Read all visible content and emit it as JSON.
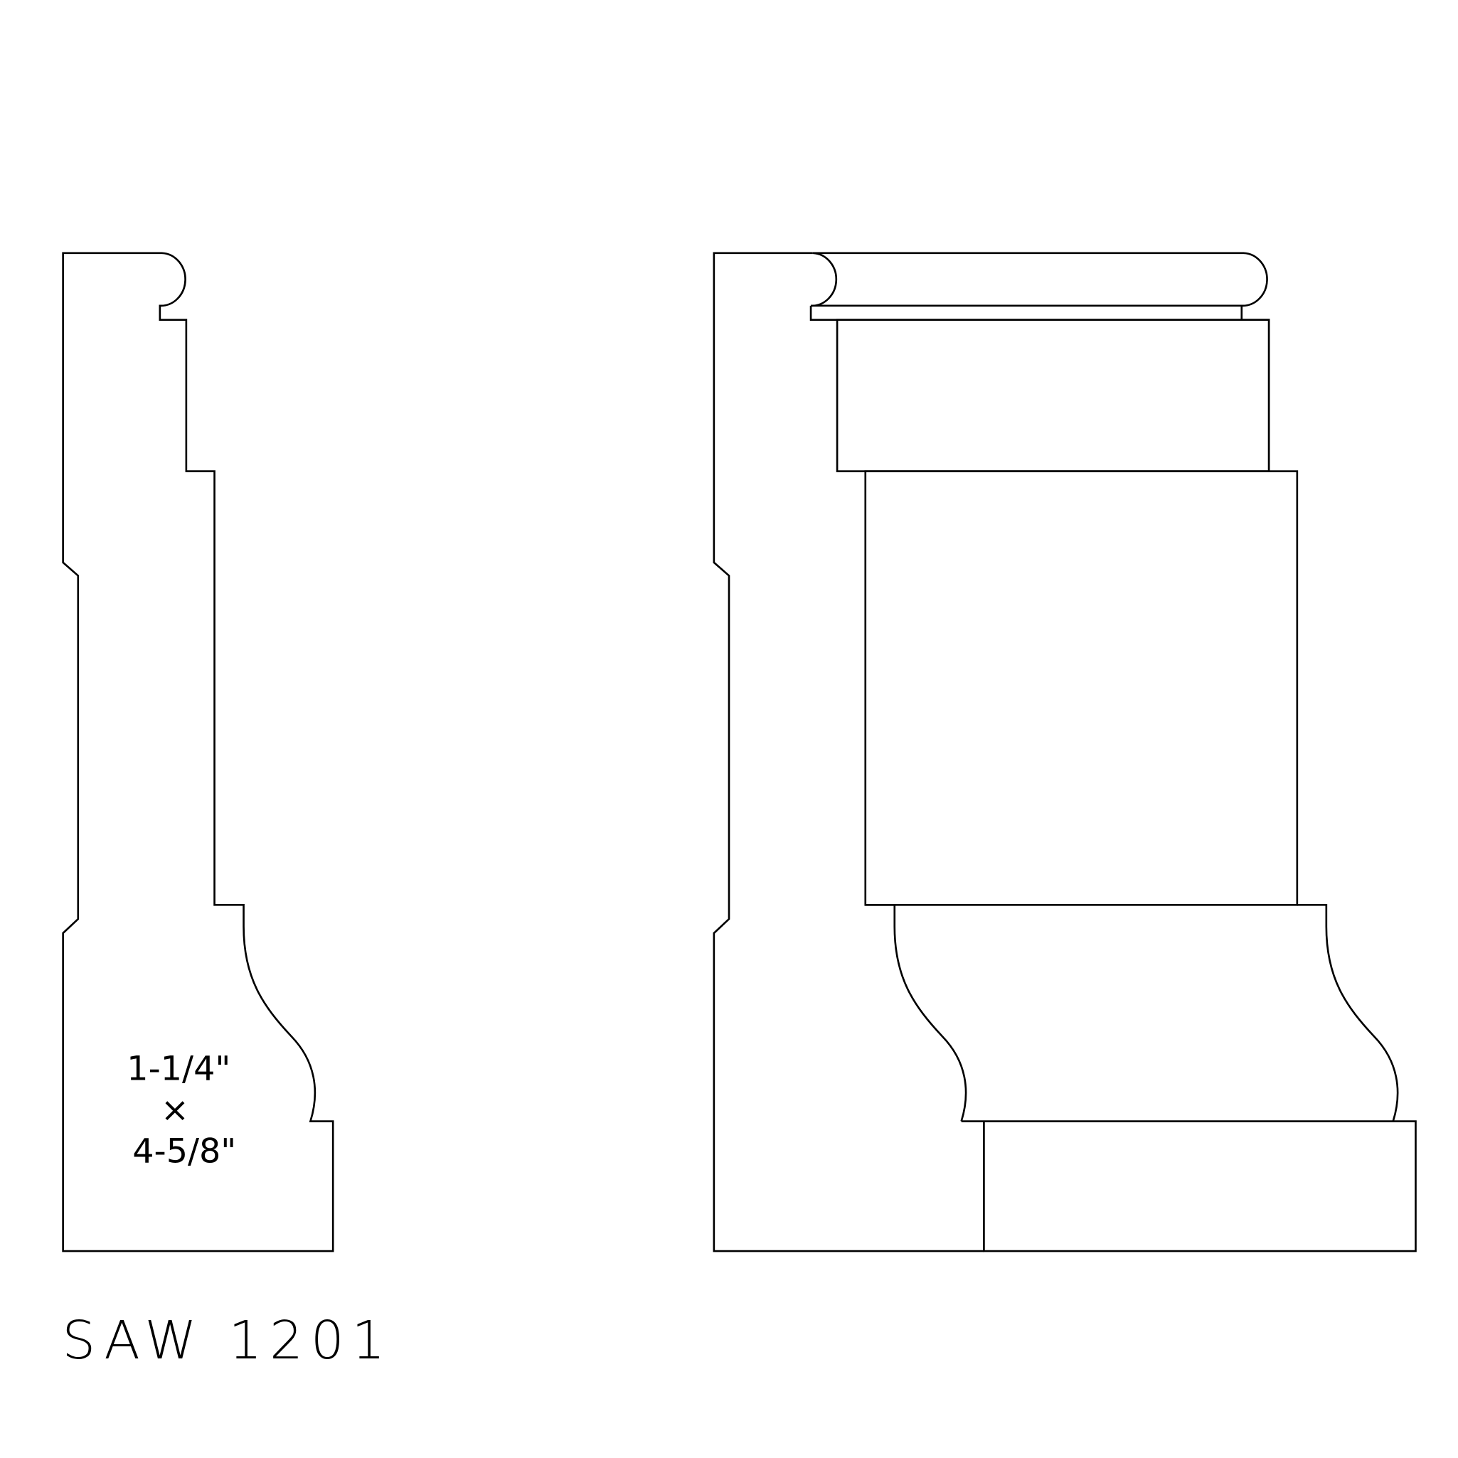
{
  "drawing": {
    "product_code": "SAW 1201",
    "dimensions": {
      "width": "1-1/4\"",
      "separator": "×",
      "height": "4-5/8\""
    },
    "views": [
      {
        "name": "profile-section",
        "description": "Molding cross-section profile"
      },
      {
        "name": "elevation-view",
        "description": "Molding elevation showing profile bands"
      }
    ],
    "line_color": "#000000",
    "background_color": "#ffffff"
  }
}
